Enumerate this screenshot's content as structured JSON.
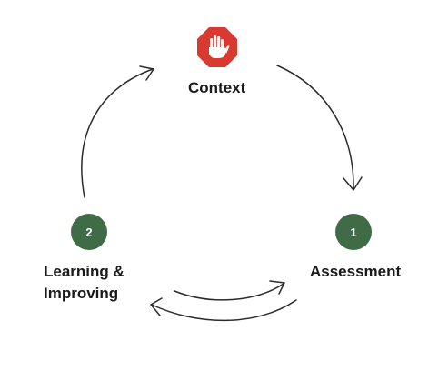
{
  "diagram": {
    "nodes": {
      "context": {
        "label": "Context",
        "icon": "stop-hand-icon",
        "icon_color": "#d93a2f"
      },
      "assessment": {
        "label": "Assessment",
        "badge": "1",
        "badge_color": "#3f6b47"
      },
      "learning": {
        "label_line1": "Learning &",
        "label_line2": "Improving",
        "badge": "2",
        "badge_color": "#3f6b47"
      }
    },
    "flow": [
      {
        "from": "Context",
        "to": "Assessment"
      },
      {
        "from": "Assessment",
        "to": "Learning & Improving"
      },
      {
        "from": "Learning & Improving",
        "to": "Assessment"
      },
      {
        "from": "Learning & Improving",
        "to": "Context"
      }
    ]
  }
}
